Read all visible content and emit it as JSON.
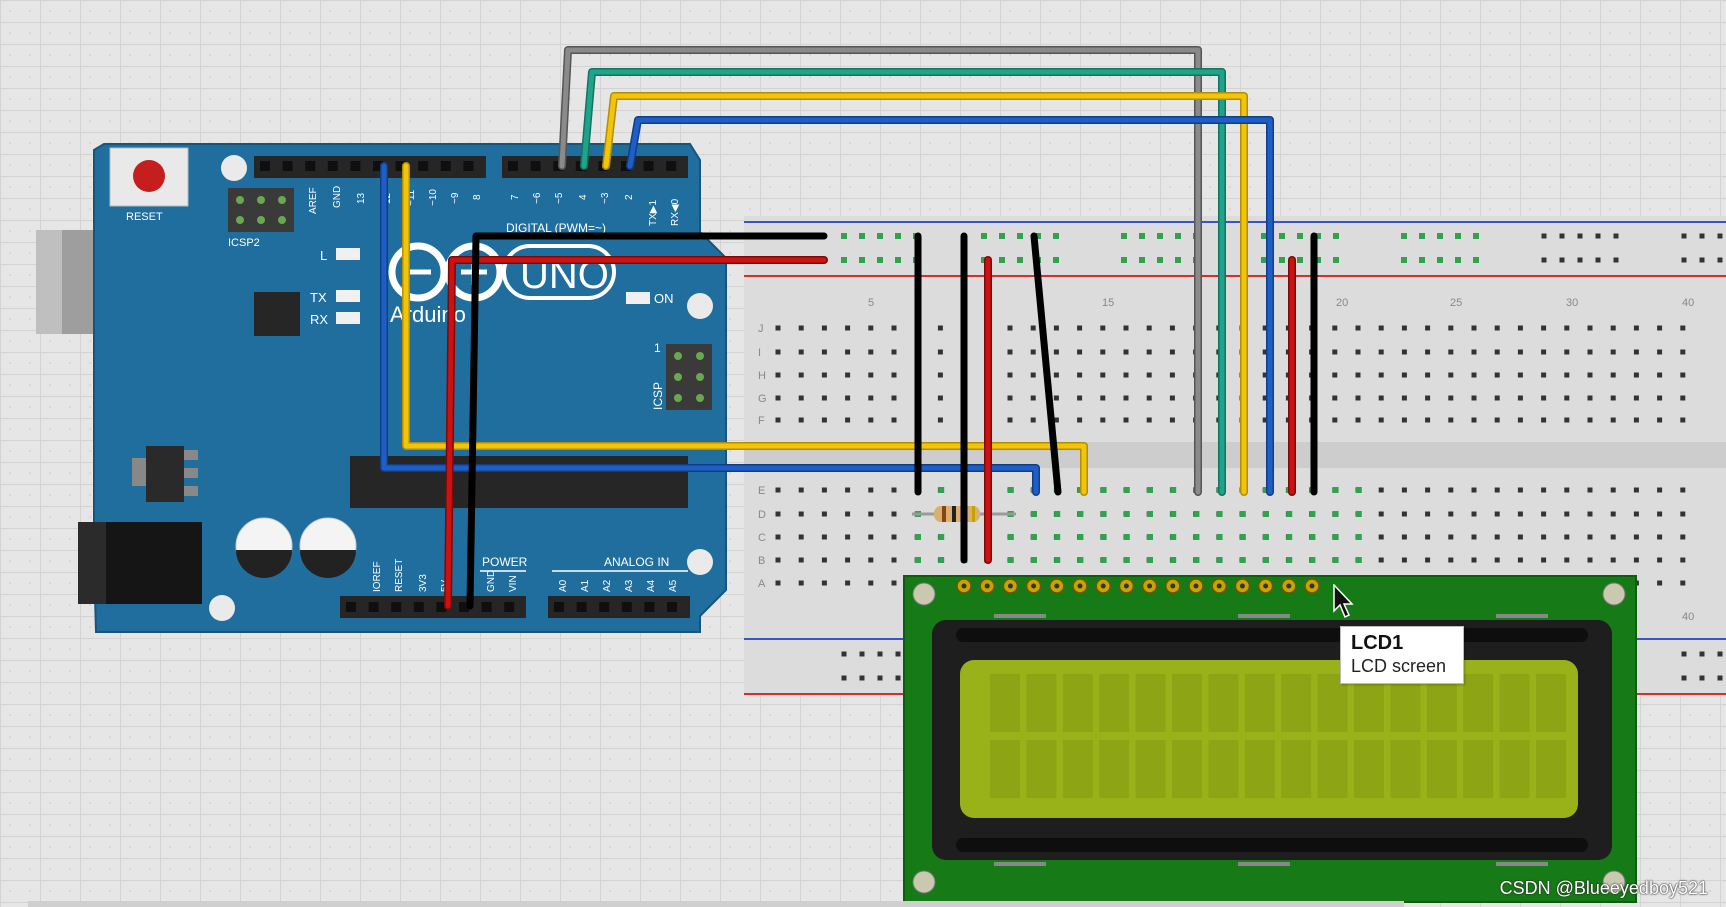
{
  "arduino": {
    "reset_label": "RESET",
    "icsp2_label": "ICSP2",
    "icsp_label": "ICSP",
    "icsp_pin1": "1",
    "aref": "AREF",
    "gnd": "GND",
    "pin13": "13",
    "pin12": "12",
    "pin11": "~11",
    "pin10": "~10",
    "pin9": "~9",
    "pin8": "8",
    "pin7": "7",
    "pin6": "~6",
    "pin5": "~5",
    "pin4": "4",
    "pin3": "~3",
    "pin2": "2",
    "pin1": "TX▶1",
    "pin0": "RX◀0",
    "digital_label": "DIGITAL (PWM=~)",
    "led_l": "L",
    "led_tx": "TX",
    "led_rx": "RX",
    "led_on": "ON",
    "brand": "Arduino",
    "model": "UNO",
    "power_label": "POWER",
    "ioref": "IOREF",
    "reset_pin": "RESET",
    "v33": "3V3",
    "v5": "5V",
    "gnd_power": "GND",
    "vin": "VIN",
    "analog_label": "ANALOG IN",
    "a0": "A0",
    "a1": "A1",
    "a2": "A2",
    "a3": "A3",
    "a4": "A4",
    "a5": "A5"
  },
  "breadboard": {
    "rows_top": [
      "J",
      "I",
      "H",
      "G",
      "F"
    ],
    "rows_bottom": [
      "E",
      "D",
      "C",
      "B",
      "A"
    ],
    "col_numbers": [
      "5",
      "15",
      "20",
      "25",
      "30",
      "40"
    ],
    "col_number_bottom": "40"
  },
  "tooltip": {
    "title": "LCD1",
    "subtitle": "LCD screen"
  },
  "watermark": "CSDN @Blueeyedboy521",
  "colors": {
    "board_blue": "#1f6e9e",
    "breadboard": "#dadada",
    "lcd_pcb": "#167a16",
    "lcd_screen": "#9ab219",
    "wire_gray": "#7a7a7a",
    "wire_teal": "#1fa38a",
    "wire_yellow": "#f2c40c",
    "wire_blue": "#1d5fc7",
    "wire_red": "#cc1111",
    "wire_black": "#111111"
  }
}
